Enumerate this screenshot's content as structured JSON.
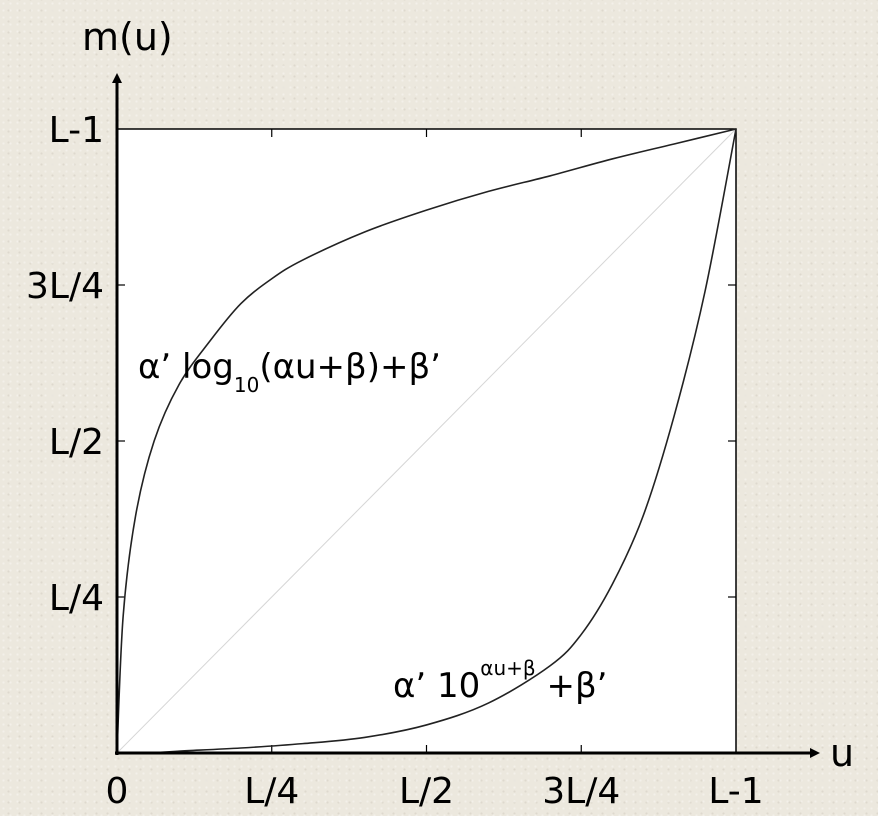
{
  "chart_data": {
    "type": "line",
    "xlabel": "u",
    "ylabel": "m(u)",
    "xlim": [
      0,
      1
    ],
    "ylim": [
      0,
      1
    ],
    "x_ticks": [
      {
        "value": 0,
        "label": "0"
      },
      {
        "value": 0.25,
        "label": "L/4"
      },
      {
        "value": 0.5,
        "label": "L/2"
      },
      {
        "value": 0.75,
        "label": "3L/4"
      },
      {
        "value": 1,
        "label": "L-1"
      }
    ],
    "y_ticks": [
      {
        "value": 0.25,
        "label": "L/4"
      },
      {
        "value": 0.5,
        "label": "L/2"
      },
      {
        "value": 0.75,
        "label": "3L/4"
      },
      {
        "value": 1,
        "label": "L-1"
      }
    ],
    "series": [
      {
        "kind": "log",
        "x": [
          0,
          0.01,
          0.03,
          0.06,
          0.1,
          0.15,
          0.2,
          0.25,
          0.3,
          0.4,
          0.5,
          0.6,
          0.7,
          0.8,
          0.9,
          1.0
        ],
        "y": [
          0,
          0.22,
          0.38,
          0.5,
          0.59,
          0.66,
          0.72,
          0.76,
          0.79,
          0.835,
          0.87,
          0.9,
          0.925,
          0.952,
          0.976,
          1.0
        ]
      },
      {
        "kind": "exp",
        "x": [
          0,
          0.05,
          0.1,
          0.2,
          0.3,
          0.4,
          0.5,
          0.6,
          0.7,
          0.75,
          0.8,
          0.85,
          0.9,
          0.95,
          1.0
        ],
        "y": [
          0,
          0.0,
          0.003,
          0.008,
          0.015,
          0.025,
          0.045,
          0.08,
          0.14,
          0.19,
          0.27,
          0.38,
          0.54,
          0.74,
          1.0
        ]
      },
      {
        "kind": "identity",
        "x": [
          0,
          1
        ],
        "y": [
          0,
          1
        ]
      }
    ],
    "annotations": {
      "log": {
        "main": "α’ log",
        "sub": "10",
        "tail": "(αu+β)+β’"
      },
      "exp": {
        "main": "α’ 10",
        "sup": "αu+β",
        "tail": " +β’"
      }
    },
    "colors": {
      "curve": "#222222",
      "axis": "#000000",
      "identity": "#d6d6d6",
      "plot_bg": "#ffffff"
    }
  }
}
